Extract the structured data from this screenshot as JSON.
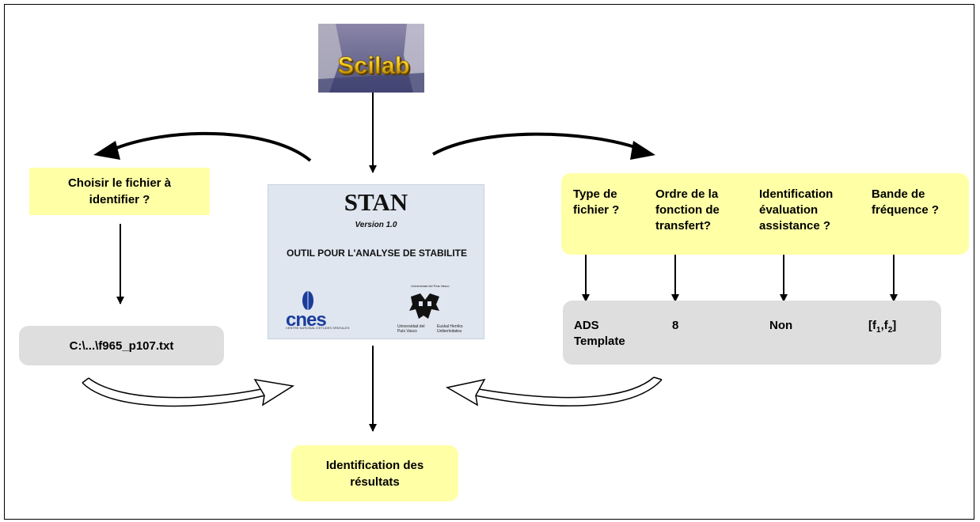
{
  "logo": {
    "scilab_text": "Scilab"
  },
  "stan_panel": {
    "title": "STAN",
    "version": "Version 1.0",
    "description": "OUTIL POUR L'ANALYSE DE STABILITE",
    "cnes_logo": "cnes",
    "cnes_caption": "CENTRE NATIONAL D'ETUDES SPATIALES",
    "ehu_top": "Universidad del País Vasco",
    "ehu_left": "Universidad del País Vasco",
    "ehu_right": "Euskal Herriko Unibertsitatea"
  },
  "left": {
    "question": "Choisir le fichier à identifier ?",
    "file": "C:\\...\\f965_p107.txt"
  },
  "right": {
    "questions": [
      "Type de fichier ?",
      "Ordre de la fonction de transfert?",
      "Identification évaluation assistance ?",
      "Bande de fréquence ?"
    ],
    "answers": [
      "ADS Template",
      "8",
      "Non",
      "[f1,f2]"
    ]
  },
  "bottom": {
    "result": "Identification des résultats"
  },
  "colors": {
    "yellow_box": "#ffffa6",
    "gray_box": "#dedede"
  }
}
